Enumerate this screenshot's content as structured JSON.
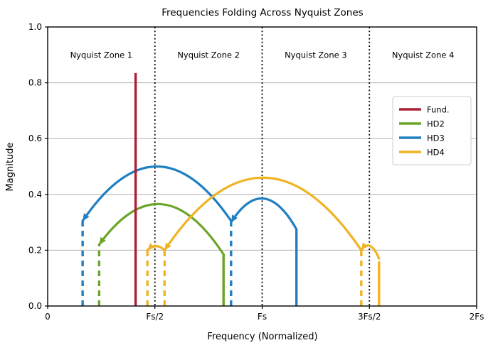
{
  "chart_data": {
    "type": "line",
    "title": "Frequencies Folding Across Nyquist Zones",
    "xlabel": "Frequency (Normalized)",
    "ylabel": "Magnitude",
    "xlim": [
      0,
      2
    ],
    "ylim": [
      0,
      1
    ],
    "grid": true,
    "xticks": [
      0,
      0.5,
      1.0,
      1.5,
      2.0
    ],
    "xticklabels": [
      "0",
      "Fs/2",
      "Fs",
      "3Fs/2",
      "2Fs"
    ],
    "yticks": [
      0.0,
      0.2,
      0.4,
      0.6,
      0.8,
      1.0
    ],
    "yticklabels": [
      "0.0",
      "0.2",
      "0.4",
      "0.6",
      "0.8",
      "1.0"
    ],
    "legend_position": "upper right",
    "legend_entries": [
      "Fund.",
      "HD2",
      "HD3",
      "HD4"
    ],
    "colors": {
      "fundamental": "#a92135",
      "hd2": "#6aa52a",
      "hd3": "#1f7fc0",
      "hd4": "#f0b323",
      "zone_divider": "#000000",
      "grid": "#b0b0b0",
      "axis": "#000000"
    },
    "zones": [
      {
        "label": "Nyquist Zone 1",
        "x_center": 0.25,
        "x_range": [
          0.0,
          0.5
        ]
      },
      {
        "label": "Nyquist Zone 2",
        "x_center": 0.75,
        "x_range": [
          0.5,
          1.0
        ]
      },
      {
        "label": "Nyquist Zone 3",
        "x_center": 1.25,
        "x_range": [
          1.0,
          1.5
        ]
      },
      {
        "label": "Nyquist Zone 4",
        "x_center": 1.75,
        "x_range": [
          1.5,
          2.0
        ]
      }
    ],
    "zone_boundaries": [
      0.5,
      1.0,
      1.5
    ],
    "zone_label_y": 0.9,
    "series": [
      {
        "name": "Fund.",
        "color": "#a92135",
        "actual_x": 0.41,
        "actual_magnitude": 0.835,
        "folded_x": 0.41,
        "folded_magnitude": 0.835,
        "aliased": false,
        "stems": [
          {
            "x": 0.41,
            "y": 0.835,
            "style": "solid"
          }
        ],
        "arc": null
      },
      {
        "name": "HD2",
        "color": "#6aa52a",
        "actual_x": 0.82,
        "actual_magnitude": 0.185,
        "folded_x": 0.24,
        "folded_magnitude": 0.22,
        "aliased": true,
        "stems": [
          {
            "x": 0.82,
            "y": 0.185,
            "style": "solid"
          },
          {
            "x": 0.24,
            "y": 0.22,
            "style": "dashed"
          }
        ],
        "arc": {
          "from_x": 0.82,
          "from_y": 0.185,
          "to_x": 0.24,
          "to_y": 0.22,
          "peak_y": 0.365,
          "arrow_at": "to"
        }
      },
      {
        "name": "HD3",
        "color": "#1f7fc0",
        "actual_x": 1.16,
        "actual_magnitude": 0.275,
        "folded_x": 0.855,
        "folded_magnitude": 0.3,
        "aliased": true,
        "stems": [
          {
            "x": 1.16,
            "y": 0.275,
            "style": "solid"
          },
          {
            "x": 0.855,
            "y": 0.3,
            "style": "dashed"
          },
          {
            "x": 0.163,
            "y": 0.305,
            "style": "dashed"
          }
        ],
        "arcs": [
          {
            "from_x": 0.855,
            "from_y": 0.305,
            "to_x": 0.163,
            "to_y": 0.305,
            "peak_y": 0.5,
            "arrow_at": "to"
          },
          {
            "from_x": 1.16,
            "from_y": 0.275,
            "to_x": 0.855,
            "to_y": 0.3,
            "peak_y": 0.385,
            "arrow_at": "to"
          }
        ]
      },
      {
        "name": "HD4",
        "color": "#f0b323",
        "actual_x": 1.545,
        "actual_magnitude": 0.16,
        "folded_x": 0.465,
        "folded_magnitude": 0.2,
        "aliased": true,
        "stems": [
          {
            "x": 1.545,
            "y": 0.16,
            "style": "solid"
          },
          {
            "x": 1.462,
            "y": 0.2,
            "style": "dashed"
          },
          {
            "x": 0.545,
            "y": 0.2,
            "style": "dashed"
          },
          {
            "x": 0.465,
            "y": 0.2,
            "style": "dashed"
          }
        ],
        "arcs": [
          {
            "from_x": 1.462,
            "from_y": 0.2,
            "to_x": 0.545,
            "to_y": 0.2,
            "peak_y": 0.46,
            "arrow_at": "to"
          },
          {
            "from_x": 0.545,
            "from_y": 0.2,
            "to_x": 0.465,
            "to_y": 0.2,
            "peak_y": 0.215,
            "arrow_at": "to"
          },
          {
            "from_x": 1.545,
            "from_y": 0.17,
            "to_x": 1.462,
            "to_y": 0.2,
            "peak_y": 0.215,
            "arrow_at": "to"
          }
        ]
      }
    ]
  }
}
